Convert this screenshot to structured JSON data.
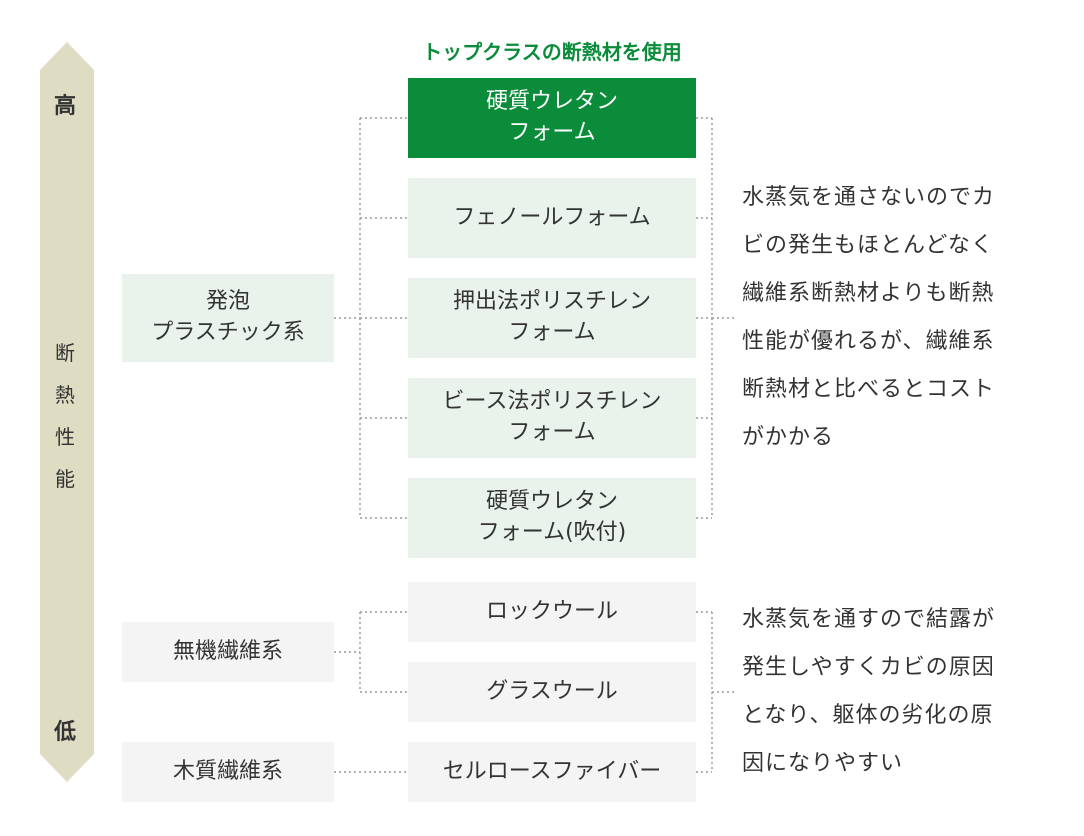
{
  "colors": {
    "accent": "#0a8c3a",
    "foam_bg": "#e9f3ec",
    "fiber_bg": "#f4f4f4",
    "axis_bg": "#dedcc2"
  },
  "header": {
    "title": "トップクラスの断熱材を使用"
  },
  "axis": {
    "high": "高",
    "low": "低",
    "label_chars": [
      "断",
      "熱",
      "性",
      "能"
    ]
  },
  "categories": {
    "foam": "発泡\nプラスチック系",
    "inorganic_fiber": "無機繊維系",
    "wood_fiber": "木質繊維系"
  },
  "materials": {
    "rigid_urethane": "硬質ウレタン\nフォーム",
    "phenol": "フェノールフォーム",
    "xps": "押出法ポリスチレン\nフォーム",
    "eps": "ビース法ポリスチレン\nフォーム",
    "spray_urethane": "硬質ウレタン\nフォーム(吹付)",
    "rockwool": "ロックウール",
    "glasswool": "グラスウール",
    "cellulose": "セルロースファイバー"
  },
  "notes": {
    "foam_lines": [
      "水蒸気を通さないのでカ",
      "ビの発生もほとんどなく",
      "繊維系断熱材よりも断熱",
      "性能が優れるが、繊維系",
      "断熱材と比べるとコスト",
      "がかかる"
    ],
    "fiber_lines": [
      "水蒸気を通すので結露が",
      "発生しやすくカビの原因",
      "となり、躯体の劣化の原",
      "因になりやすい"
    ]
  }
}
